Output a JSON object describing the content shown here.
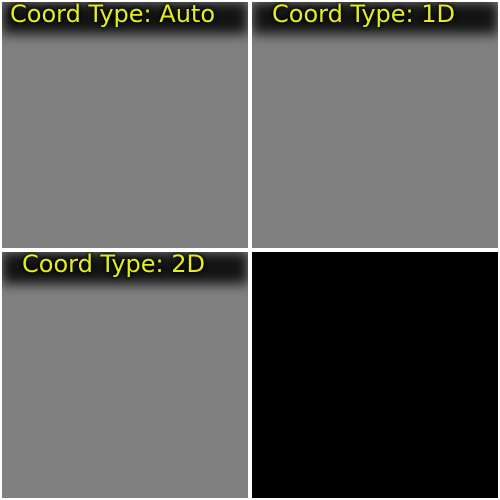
{
  "panels": [
    {
      "label": "Coord Type: Auto"
    },
    {
      "label": "Coord Type: 1D"
    },
    {
      "label": "Coord Type: 2D"
    }
  ],
  "colors": {
    "panel_gray": "#808080",
    "panel_empty": "#000000",
    "label_text": "#e5ee1b",
    "background": "#ffffff"
  }
}
